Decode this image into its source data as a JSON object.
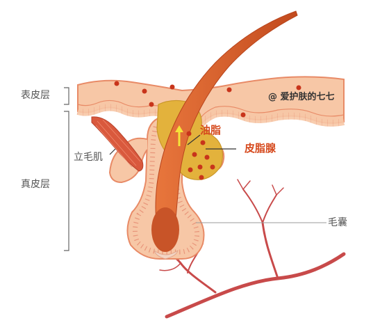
{
  "labels": {
    "epidermis": "表皮层",
    "dermis": "真皮层",
    "arrector_pili": "立毛肌",
    "sebum": "油脂",
    "sebaceous_gland": "皮脂腺",
    "hair_follicle": "毛囊"
  },
  "watermark": "@ 爱护肤的七七",
  "colors": {
    "skin": "#f7c7a6",
    "skin_edge": "#e88a66",
    "hair": "#cf5a2a",
    "gland": "#e3b23c",
    "dot": "#c8341b",
    "vessel": "#c84a4a",
    "arrow": "#f5e33a",
    "label_accent": "#d64a1e"
  },
  "icons": [
    "upward-arrow-icon"
  ]
}
